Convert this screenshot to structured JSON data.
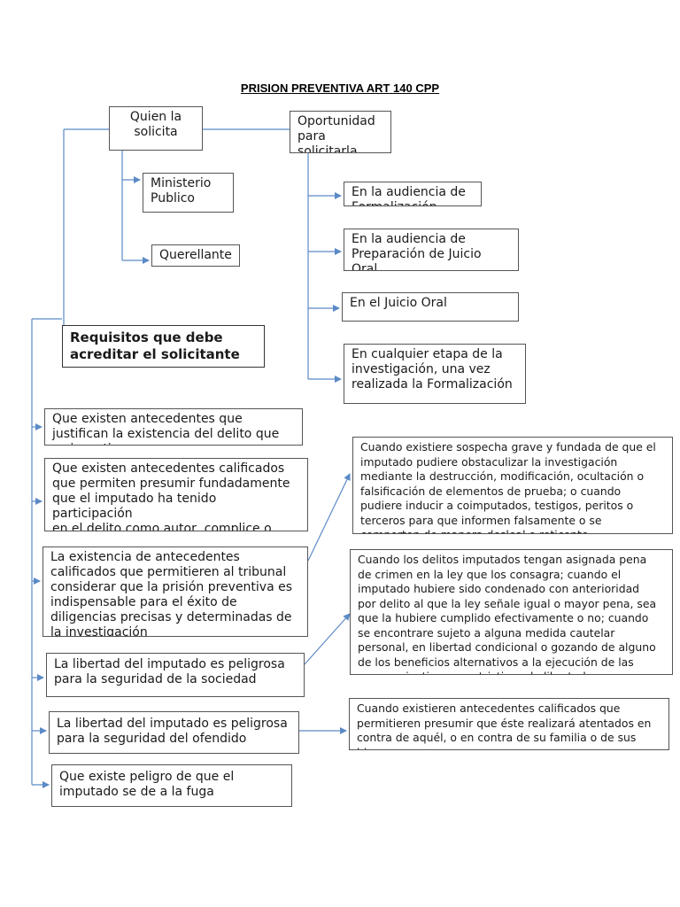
{
  "title": "PRISION PREVENTIVA ART 140 CPP",
  "nodes": {
    "quien": "Quien la\nsolicita",
    "oportunidad": "Oportunidad\npara\nsolicitarla",
    "ministerio": "Ministerio\nPublico",
    "querellante": "Querellante",
    "opt1": "En la audiencia de\nFormalización",
    "opt2": "En la audiencia de\nPreparación de Juicio Oral",
    "opt3": "En el Juicio Oral",
    "opt4": "En cualquier etapa de la\ninvestigación, una vez\nrealizada la Formalización",
    "requisitos": "Requisitos que debe\nacreditar el solicitante",
    "req1": "Que existen antecedentes que\njustifican la existencia del delito que se investigue",
    "req2": "Que existen antecedentes calificados\nque permiten presumir fundadamente\nque el imputado ha tenido participación\nen el delito como autor, complice o\nencubridor",
    "req3": "La existencia de antecedentes\ncalificados que permitieren al tribunal\nconsiderar que la prisión preventiva es\nindispensable para el éxito de\ndiligencias precisas y determinadas de\nla investigación",
    "req4": "La libertad del imputado es peligrosa\npara la seguridad de la sociedad",
    "req5": "La libertad del imputado es peligrosa\npara la seguridad del ofendido",
    "req6": "Que existe peligro de que el\nimputado se de a la fuga",
    "det1": "Cuando existiere sospecha grave y fundada de que el\nimputado pudiere obstaculizar la investigación\nmediante la destrucción, modificación, ocultación o\nfalsificación de elementos de prueba; o cuando\npudiere inducir a coimputados, testigos, peritos o\nterceros para que informen falsamente o se\ncomporten de manera desleal o reticente",
    "det2": "Cuando los delitos imputados tengan asignada pena\nde crimen en la ley que los consagra; cuando el\nimputado hubiere sido condenado con anterioridad\npor delito al que la ley señale igual o mayor pena, sea\nque la hubiere cumplido efectivamente o no; cuando\nse encontrare sujeto a alguna medida cautelar\npersonal, en libertad condicional o gozando de alguno\nde los beneficios alternativos a la ejecución de las\npenas privativas o restrictivas de libertad",
    "det3": "Cuando existieren antecedentes calificados que\npermitieren presumir que éste realizará atentados en\ncontra de aquél, o en contra de su familia o de sus\nbienes"
  },
  "colors": {
    "connector": "#5b8ac6",
    "border": "#555555"
  }
}
